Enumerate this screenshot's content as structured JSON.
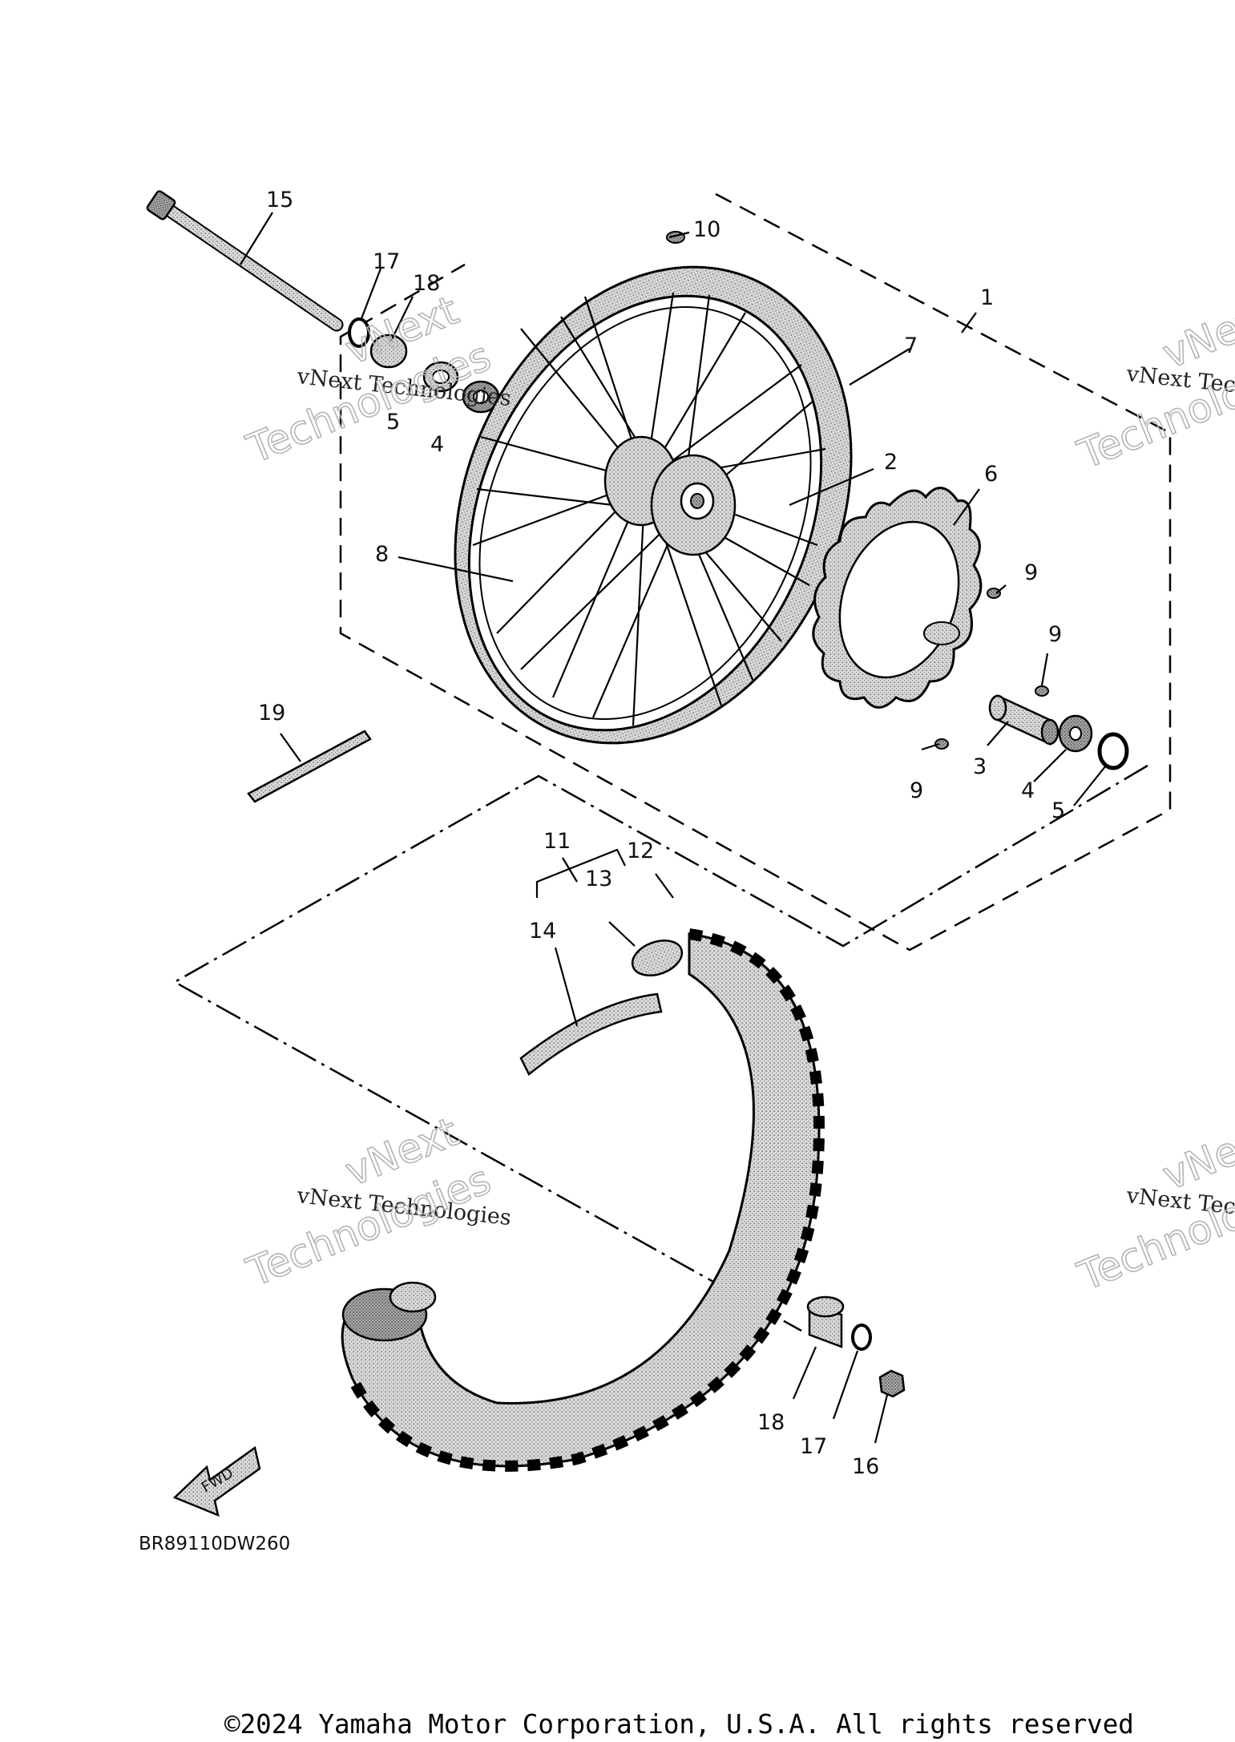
{
  "diagram_code": "BR89110DW260",
  "fwd_label": "FWD",
  "copyright": "©2024 Yamaha Motor Corporation, U.S.A. All rights reserved",
  "watermark": {
    "line1": "vNext Technologies",
    "line2": "vNext",
    "line3": "Technologies"
  },
  "callouts": {
    "c1": "1",
    "c2": "2",
    "c3": "3",
    "c4a": "4",
    "c4b": "4",
    "c5a": "5",
    "c5b": "5",
    "c6": "6",
    "c7": "7",
    "c8": "8",
    "c9a": "9",
    "c9b": "9",
    "c9c": "9",
    "c10": "10",
    "c11": "11",
    "c12": "12",
    "c13": "13",
    "c14": "14",
    "c15": "15",
    "c16": "16",
    "c17a": "17",
    "c17b": "17",
    "c18a": "18",
    "c18b": "18",
    "c19": "19"
  }
}
